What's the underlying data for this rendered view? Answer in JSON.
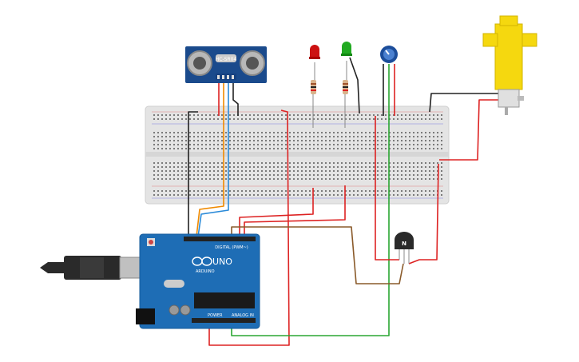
{
  "components": {
    "ultrasonic": {
      "label": "HC-SR04"
    },
    "arduino": {
      "model": "UNO",
      "brand": "ARDUINO",
      "digital_label": "DIGITAL (PWM~)",
      "power_label": "POWER",
      "analog_label": "ANALOG IN"
    },
    "transistor": {
      "label": "N"
    },
    "leds": [
      {
        "color": "red"
      },
      {
        "color": "green"
      }
    ]
  },
  "colors": {
    "breadboard": "#e6e6e6",
    "arduino": "#1e5fa8",
    "motor": "#f5d80f",
    "sensor": "#1a4a8c",
    "wire_red": "#d22",
    "wire_black": "#222",
    "wire_orange": "#f08a00",
    "wire_blue": "#2a8ad8",
    "wire_green": "#2aa632",
    "wire_brown": "#8a5a2a"
  }
}
